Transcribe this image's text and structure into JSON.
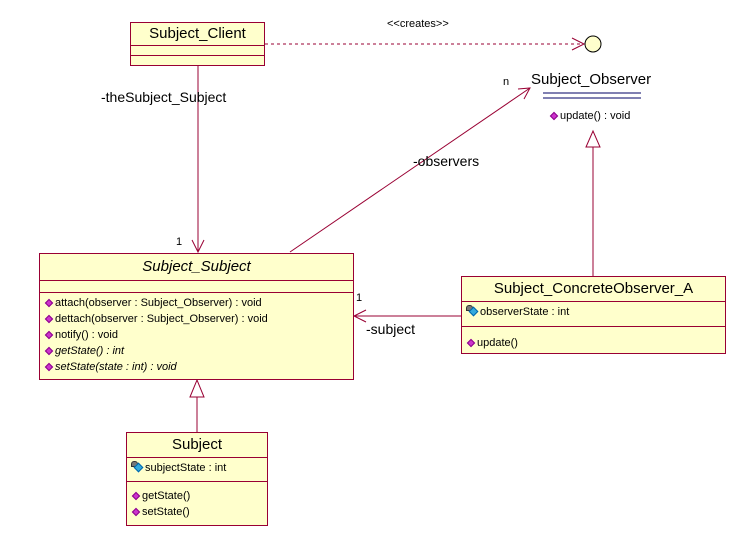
{
  "classes": {
    "client": {
      "name": "Subject_Client"
    },
    "observer_iface": {
      "name": "Subject_Observer",
      "operations": [
        "update() : void"
      ]
    },
    "subject_abstract": {
      "name": "Subject_Subject",
      "operations": [
        "attach(observer : Subject_Observer) : void",
        "dettach(observer : Subject_Observer) : void",
        "notify() : void",
        "getState() : int",
        "setState(state : int) : void"
      ]
    },
    "concrete_observer": {
      "name": "Subject_ConcreteObserver_A",
      "attributes": [
        "observerState : int"
      ],
      "operations": [
        "update()"
      ]
    },
    "subject": {
      "name": "Subject",
      "attributes": [
        "subjectState : int"
      ],
      "operations": [
        "getState()",
        "setState()"
      ]
    }
  },
  "labels": {
    "creates": "<<creates>>",
    "the_subject": "-theSubject_Subject",
    "observers": "-observers",
    "subject_role": "-subject",
    "mult_1_top": "1",
    "mult_n": "n",
    "mult_1_right": "1"
  },
  "colors": {
    "class_fill": "#ffffcc",
    "line": "#990033",
    "interface_line": "#000066"
  }
}
